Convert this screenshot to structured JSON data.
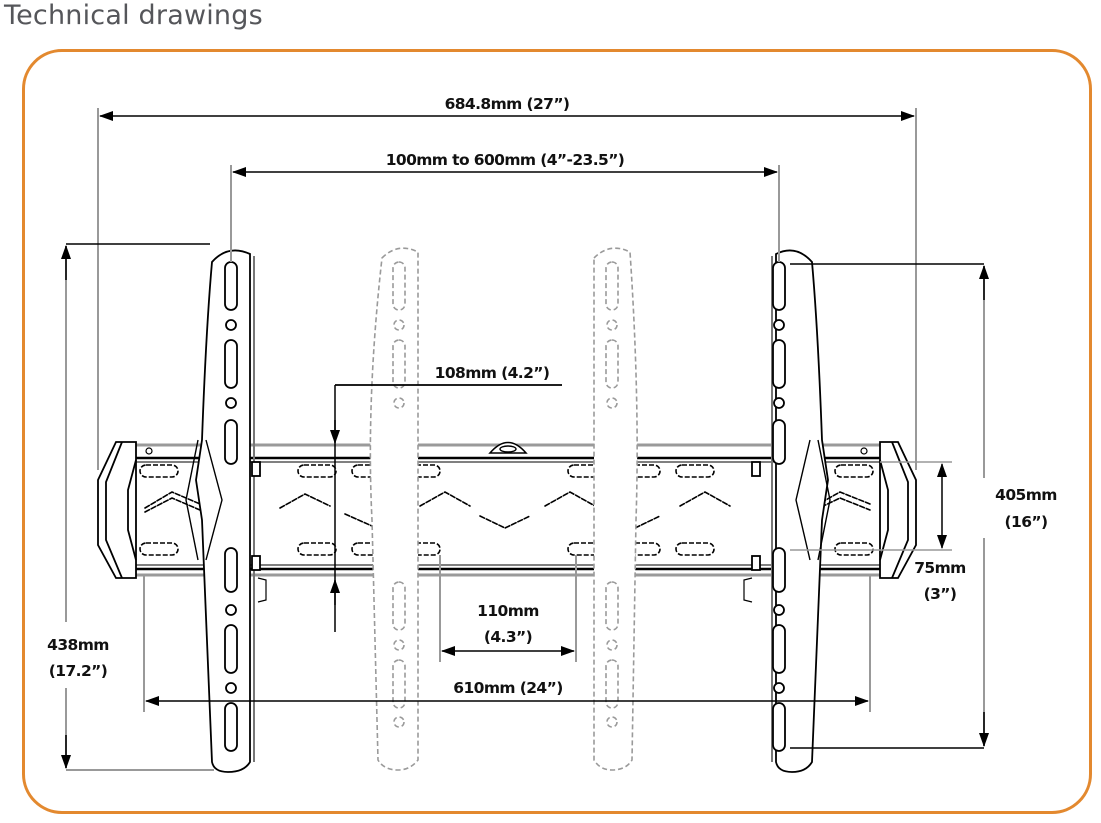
{
  "page": {
    "title": "Technical drawings"
  },
  "diagram": {
    "subject": "Tilting TV wall mount bracket, front view",
    "accent_color": "#e3892f",
    "dimensions": {
      "overall_width": "684.8mm (27”)",
      "vesa_horizontal_range": "100mm to 600mm (4”-23.5”)",
      "arm_offset": "108mm (4.2”)",
      "overall_height_line1": "438mm",
      "overall_height_line2": "(17.2”)",
      "max_vertical_line1": "405mm",
      "max_vertical_line2": "(16”)",
      "rail_height_line1": "75mm",
      "rail_height_line2": "(3”)",
      "min_spacing_line1": "110mm",
      "min_spacing_line2": "(4.3”)",
      "rail_width": "610mm (24”)"
    }
  }
}
